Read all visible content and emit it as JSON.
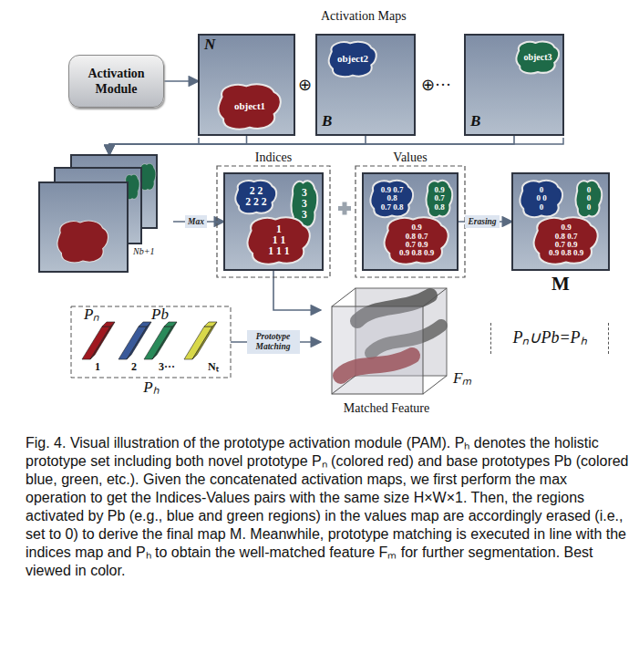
{
  "diagram": {
    "caption": "Fig. 4. Visual illustration of the prototype activation module (PAM). Pₕ denotes the holistic prototype set including both novel prototype Pₙ (colored red) and base prototypes Pb (colored blue, green, etc.). Given the concatenated activation maps, we first perform the max operation to get the Indices-Values pairs with the same size H×W×1. Then, the regions activated by Pb (e.g., blue and green regions) in the values map are accordingly erased (i.e., set to 0) to derive the final map M. Meanwhile, prototype matching is executed in line with the indices map and Pₕ to obtain the well-matched feature Fₘ for further segmentation. Best viewed in color.",
    "nodes": [
      {
        "text": [
          "Activation Module"
        ]
      },
      {
        "text": [
          "N"
        ]
      },
      {
        "text": [
          "object1"
        ],
        "in": 1
      },
      {
        "text": [
          "B"
        ]
      },
      {
        "text": [
          "object2"
        ],
        "in": 3
      },
      {
        "text": [
          "B"
        ]
      },
      {
        "text": [
          "object3"
        ],
        "in": 5
      },
      {
        "text": [
          "Nb+1"
        ]
      },
      {
        "text": [
          "Indices"
        ]
      },
      {
        "text": [
          "2 2",
          "2 2 2"
        ],
        "in": 8
      },
      {
        "text": [
          "3",
          "3",
          "3"
        ],
        "in": 8
      },
      {
        "text": [
          "1",
          "1 1",
          "1 1 1"
        ],
        "in": 8
      },
      {
        "text": [
          "Values"
        ]
      },
      {
        "text": [
          "0.9 0.7",
          "0.8",
          "0.7 0.8"
        ],
        "in": 12
      },
      {
        "text": [
          "0.9",
          "0.7",
          "0.8"
        ],
        "in": 12
      },
      {
        "text": [
          "0.9",
          "0.8 0.7",
          "0.7 0.9",
          "0.9 0.8 0.9"
        ],
        "in": 12
      },
      {
        "text": [
          "M"
        ]
      },
      {
        "text": [
          "0",
          "0 0",
          "0"
        ],
        "in": 16
      },
      {
        "text": [
          "0",
          "0",
          "0"
        ],
        "in": 16
      },
      {
        "text": [
          "0.9",
          "0.8 0.7",
          "0.7 0.9",
          "0.9 0.8 0.9"
        ],
        "in": 16
      },
      {
        "text": [
          "Pₙ",
          "Pb",
          "1",
          "2",
          "3···",
          "Nₜ",
          "Pₕ"
        ]
      },
      {
        "text": [
          "Fₘ",
          "Matched Feature"
        ]
      },
      {
        "text": [
          "Pₙ∪Pb=Pₕ"
        ]
      }
    ],
    "edges": [
      {
        "from": 0,
        "to": 1,
        "arrow": "to"
      },
      {
        "from": 1,
        "to": 7,
        "arrow": "to"
      },
      {
        "from": 3,
        "to": 7,
        "arrow": "to"
      },
      {
        "from": 5,
        "to": 7,
        "arrow": "to"
      },
      {
        "from": 7,
        "to": 8,
        "label": "Max",
        "arrow": "to"
      },
      {
        "from": 12,
        "to": 16,
        "label": "Erasing",
        "arrow": "to"
      },
      {
        "from": 8,
        "to": 21,
        "arrow": "to"
      },
      {
        "from": 20,
        "to": 21,
        "label": "Prototype Matching",
        "arrow": "to"
      }
    ],
    "labels": [
      "Activation Maps",
      "⊕",
      "⊕···"
    ]
  }
}
